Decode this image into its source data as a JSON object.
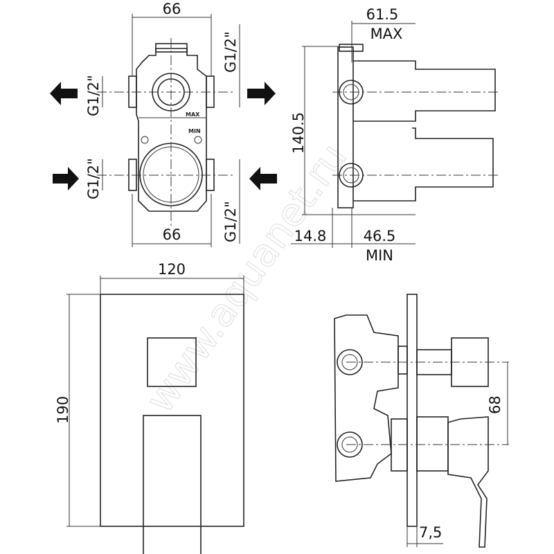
{
  "watermark": "www.aquanet.ru",
  "front_view": {
    "width_top": "66",
    "width_bottom": "66",
    "thread_left_top": "G1/2\"",
    "thread_left_bottom": "G1/2\"",
    "thread_right_top": "G1/2\"",
    "thread_right_bottom": "G1/2\"",
    "mark_max": "MAX",
    "mark_min": "MIN"
  },
  "side_view": {
    "depth_max_value": "61.5",
    "depth_max_label": "MAX",
    "height": "140.5",
    "flange": "14.8",
    "depth_min_value": "46.5",
    "depth_min_label": "MIN"
  },
  "cover_view": {
    "width": "120",
    "height": "190"
  },
  "assembly_view": {
    "axis_distance": "68",
    "plate_thickness": "7,5"
  },
  "colors": {
    "line": "#222222",
    "background": "#ffffff"
  }
}
